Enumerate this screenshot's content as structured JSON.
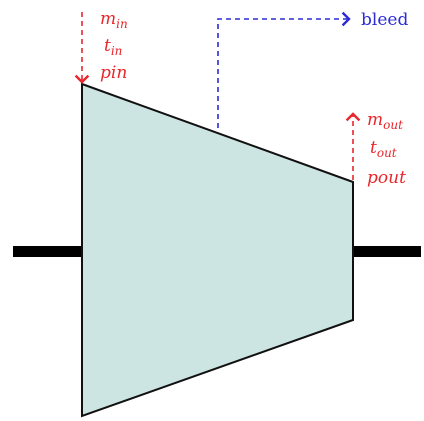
{
  "colors": {
    "body_fill": "#cce5e3",
    "outline": "#111111",
    "shaft": "#000000",
    "inlet_arrow": "#e8262b",
    "bleed_arrow": "#2b2bd6"
  },
  "inlet": {
    "mass_base": "m",
    "mass_sub": "in",
    "temp_base": "t",
    "temp_sub": "in",
    "pressure": "pin"
  },
  "outlet": {
    "mass_base": "m",
    "mass_sub": "out",
    "temp_base": "t",
    "temp_sub": "out",
    "pressure": "pout"
  },
  "bleed": {
    "label": "bleed"
  }
}
